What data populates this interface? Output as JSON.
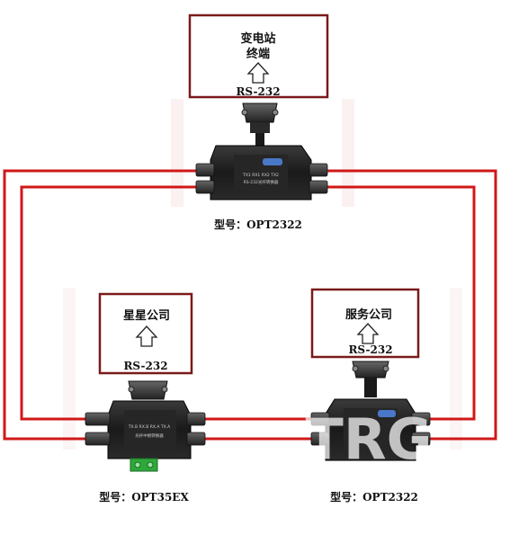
{
  "top_terminal": {
    "line1": "变电站",
    "line2": "终端",
    "interface": "RS-232",
    "model": "型号：OPT2322",
    "device_print_1": "RS-232光纤转换器",
    "device_print_2": "TX1 RX1 RX2 TX2"
  },
  "left_terminal": {
    "name": "星星公司",
    "interface": "RS-232",
    "model": "型号：OPT35EX",
    "device_print_1": "光纤中继转换器",
    "device_print_2": "TX.B RX.B RX.A TX.A"
  },
  "right_terminal": {
    "name": "服务公司",
    "interface": "RS-232",
    "model": "型号：OPT2322"
  },
  "watermark": "TRG",
  "colors": {
    "fiber": "#d01818",
    "box_border": "#7a1a1a",
    "device_body": "#1c1c1c",
    "terminal_green": "#2ea83a",
    "badge": "#4a78c8"
  }
}
